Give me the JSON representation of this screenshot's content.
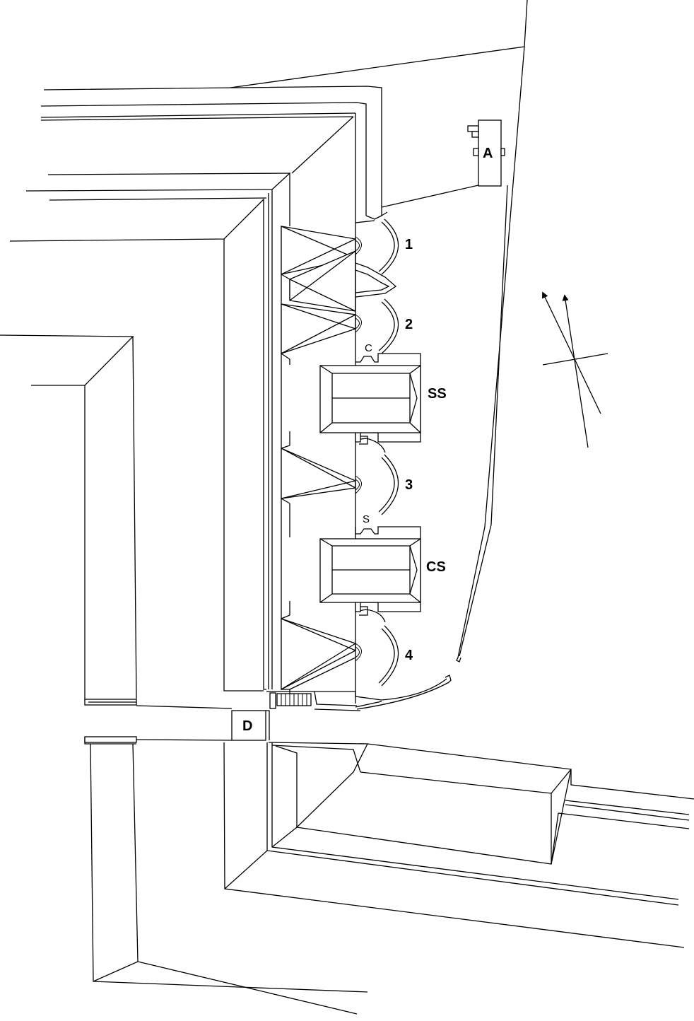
{
  "labels": {
    "gun_1": "1",
    "gun_2": "2",
    "gun_3": "3",
    "gun_4": "4",
    "ss": "SS",
    "cs": "CS",
    "a": "A",
    "d": "D",
    "c": "C",
    "s": "S"
  },
  "colors": {
    "line": "#000000",
    "background": "#ffffff"
  },
  "icons": {
    "north_arrow": "north-arrow-icon"
  }
}
